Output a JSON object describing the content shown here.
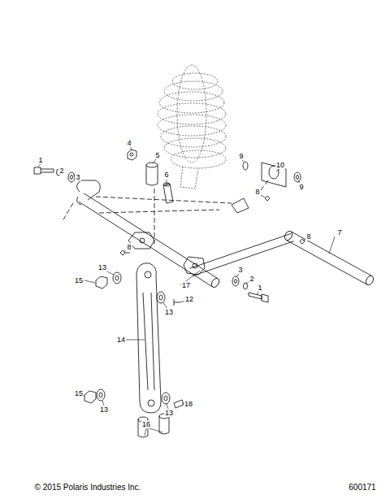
{
  "diagram": {
    "labels": [
      "1",
      "2",
      "3",
      "4",
      "5",
      "6",
      "9",
      "10",
      "9",
      "8",
      "8",
      "7",
      "8",
      "13",
      "15",
      "3",
      "2",
      "1",
      "17",
      "12",
      "13",
      "14",
      "15",
      "13",
      "13",
      "18",
      "16",
      "© 2015 Polaris Industries Inc.",
      "600171"
    ]
  }
}
